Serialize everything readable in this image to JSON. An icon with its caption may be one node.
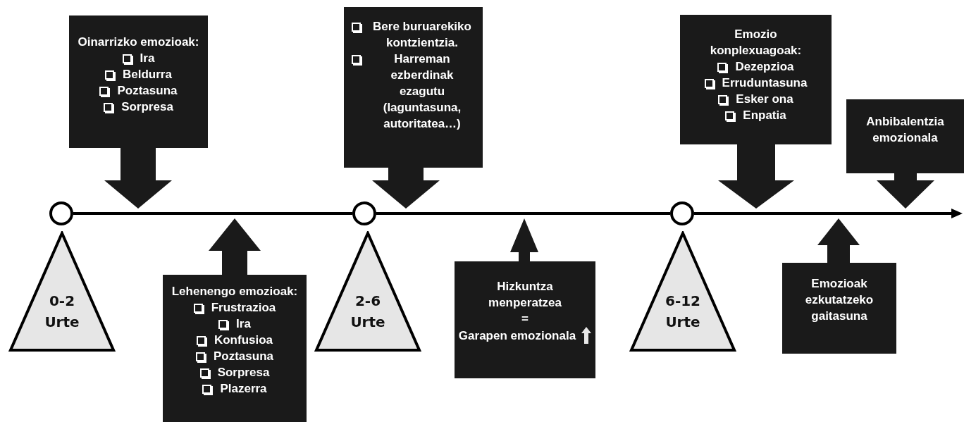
{
  "diagram": {
    "nodes": [
      {
        "text": [
          "Oinarrizko emozioak:",
          "Ira",
          "Beldurra",
          "Poztasuna",
          "Sorpresa"
        ]
      },
      {
        "text": [
          "Bere buruarekiko kontzientzia.",
          "Harreman ezberdinak ezagutu (laguntasuna, autoritatea…)"
        ]
      },
      {
        "text": [
          "Emozio konplexuagoak:",
          "Dezepzioa",
          "Erruduntasuna",
          "Esker ona",
          "Enpatia"
        ]
      },
      {
        "text": [
          "Anbibalentzia emozionala"
        ]
      },
      {
        "text": [],
        "shape": "bar"
      },
      {
        "text": [
          "0-2 Urte"
        ]
      },
      {
        "text": [
          "Lehenengo emozioak:",
          "Frustrazioa",
          "Ira",
          "Konfusioa",
          "Poztasuna",
          "Sorpresa",
          "Plazerra"
        ]
      },
      {
        "text": [
          "2-6 Urte"
        ]
      },
      {
        "text": [
          "Hizkuntza menperatzea",
          "=",
          "Garapen emozionala"
        ]
      },
      {
        "text": [
          "6-12 Urte"
        ]
      },
      {
        "text": [
          "Emozioak ezkutatzeko gaitasuna"
        ]
      }
    ],
    "edges": [
      {
        "from": 0,
        "to": 4,
        "arrow": "to"
      },
      {
        "from": 1,
        "to": 4,
        "arrow": "to"
      },
      {
        "from": 2,
        "to": 4,
        "arrow": "to"
      },
      {
        "from": 3,
        "to": 4,
        "arrow": "to"
      },
      {
        "from": 6,
        "to": 4,
        "arrow": "to"
      },
      {
        "from": 8,
        "to": 4,
        "arrow": "to"
      },
      {
        "from": 10,
        "to": 4,
        "arrow": "to"
      }
    ]
  }
}
